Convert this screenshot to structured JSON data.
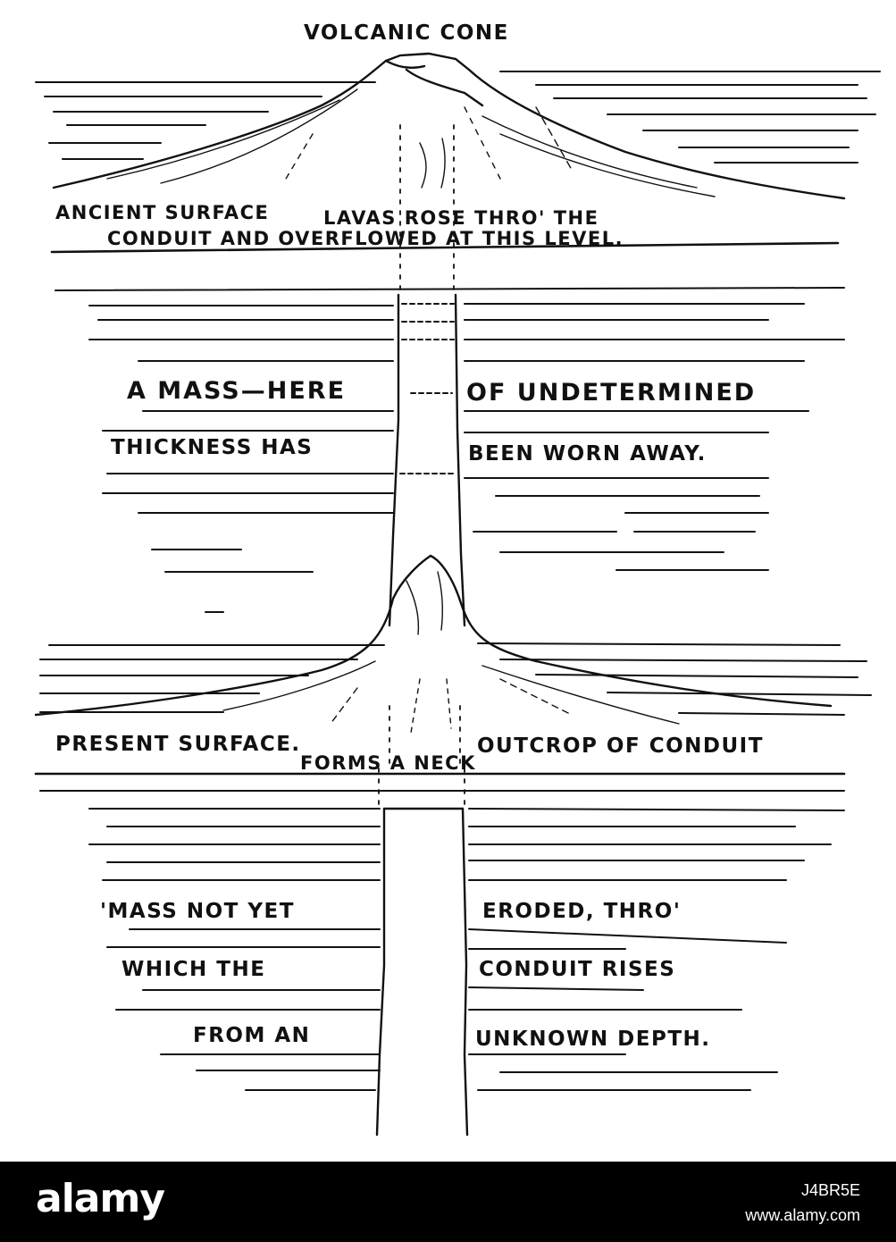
{
  "diagram": {
    "labels": {
      "volcanic_cone": "VOLCANIC CONE",
      "ancient_surface": "ANCIENT SURFACE",
      "lavas_rose_thro_the": "LAVAS ROSE THRO' THE",
      "conduit_overflowed": "CONDUIT AND OVERFLOWED AT THIS LEVEL.",
      "a_mass_here": "A MASS—HERE",
      "of_undetermined": "OF UNDETERMINED",
      "thickness_has": "THICKNESS HAS",
      "been_worn_away": "BEEN WORN AWAY.",
      "present_surface": "PRESENT SURFACE.",
      "outcrop_of_conduit": "OUTCROP OF CONDUIT",
      "forms_a_neck": "FORMS A NECK",
      "mass_not_yet": "'MASS NOT YET",
      "eroded_thro": "ERODED, THRO'",
      "which_the": "WHICH THE",
      "conduit_rises": "CONDUIT RISES",
      "from_an": "FROM AN",
      "unknown_depth": "UNKNOWN DEPTH."
    },
    "ink_color": "#111111",
    "paper_color": "#ffffff"
  },
  "footer": {
    "brand": "alamy",
    "image_id": "J4BR5E",
    "site": "www.alamy.com",
    "background": "#000000",
    "text_color": "#ffffff"
  }
}
